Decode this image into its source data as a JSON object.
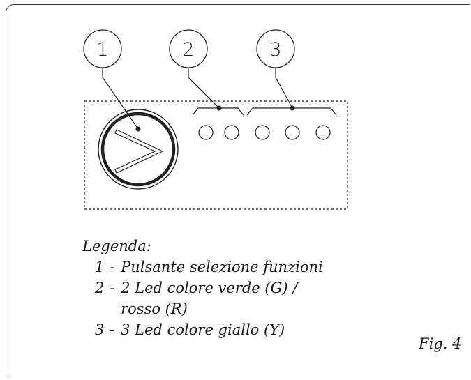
{
  "callouts": [
    "1",
    "2",
    "3"
  ],
  "legend": {
    "title": "Legenda:",
    "items": [
      {
        "num": "1",
        "sep": "-",
        "text": "Pulsante selezione funzioni"
      },
      {
        "num": "2",
        "sep": "-",
        "text": "2 Led colore verde (G) / rosso (R)"
      },
      {
        "num": "3",
        "sep": "-",
        "text": "3 Led colore giallo (Y)"
      }
    ]
  },
  "figure_label": "Fig. 4",
  "icons": {
    "button": "chevron-right-icon",
    "led": "circle-outline-icon"
  }
}
